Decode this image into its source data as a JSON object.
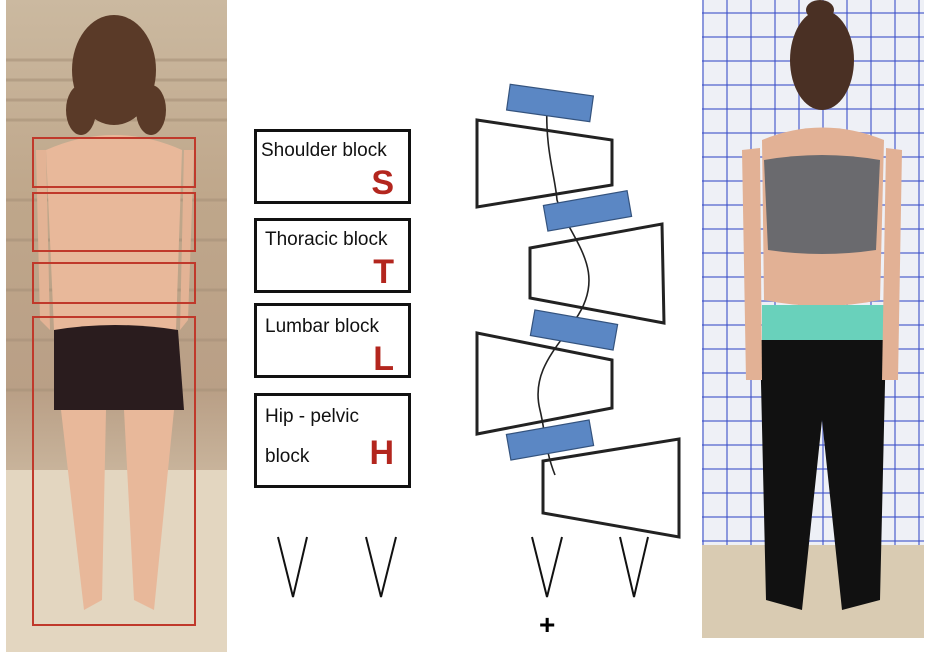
{
  "blocks": [
    {
      "label": "Shoulder block",
      "letter": "S"
    },
    {
      "label": "Thoracic block",
      "letter": "T"
    },
    {
      "label": "Lumbar block",
      "letter": "L"
    },
    {
      "label_line1": "Hip - pelvic",
      "label_line2": "block",
      "letter": "H"
    }
  ],
  "plus": "+",
  "colors": {
    "letter_red": "#b3261e",
    "box_outline_red": "#c0392b",
    "disc_blue": "#5b87c4"
  },
  "icons": [
    "v-shape-icon",
    "plus-icon"
  ]
}
